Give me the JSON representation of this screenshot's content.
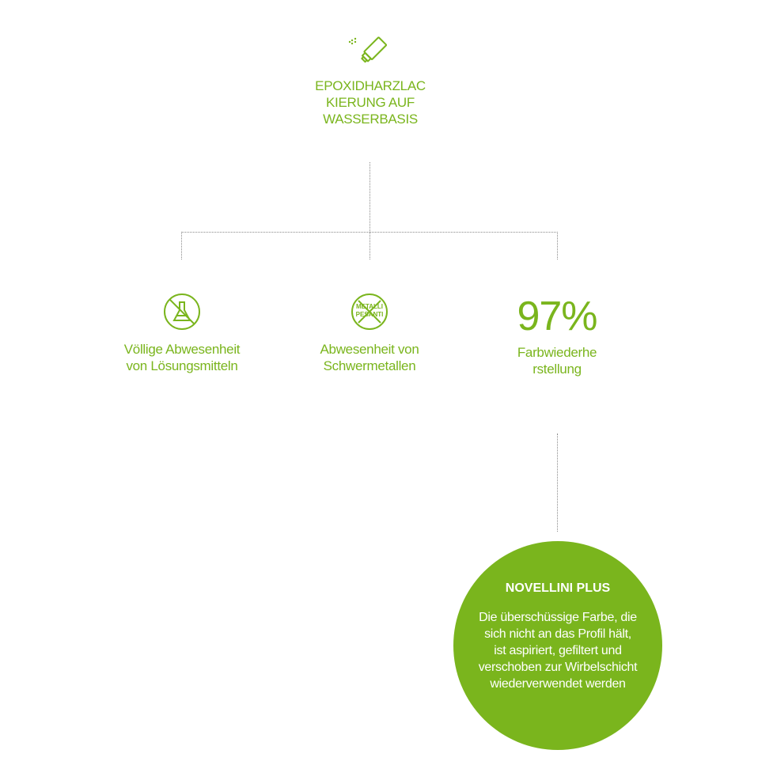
{
  "top": {
    "icon": "spray-can-icon",
    "label": "EPOXIDHARZLAC KIERUNG AUF WASSERBASIS"
  },
  "branches": [
    {
      "icon": "no-solvent-flask-icon",
      "label": "Völlige Abwesenheit von Lösungsmitteln"
    },
    {
      "icon": "no-heavy-metals-icon",
      "icon_text_line1": "METALLI",
      "icon_text_line2": "PESANTI",
      "label": "Abwesenheit von Schwermetallen"
    },
    {
      "value": "97%",
      "label": "Farbwiederhe rstellung"
    }
  ],
  "callout": {
    "title": "NOVELLINI PLUS",
    "body": "Die überschüssige Farbe, die sich nicht an das Profil hält, ist aspiriert, gefiltert und verschoben zur Wirbelschicht wiederverwendet werden"
  },
  "colors": {
    "accent": "#7ab51d",
    "line": "#8a8a8a",
    "circle_text": "#ffffff"
  }
}
